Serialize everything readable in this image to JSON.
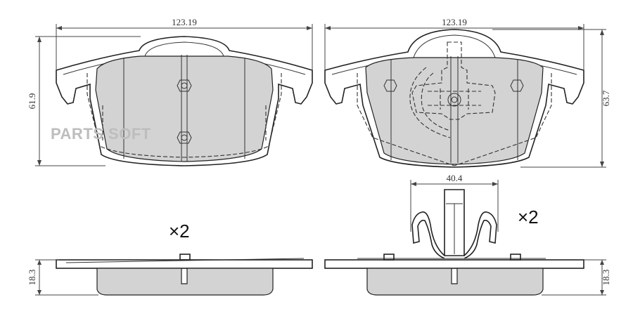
{
  "dimensions": {
    "width_left": "123.19",
    "width_right": "123.19",
    "height_left": "61.9",
    "height_right": "63.7",
    "clip_width": "40.4",
    "thickness_left": "18.3",
    "thickness_right": "18.3"
  },
  "quantity": {
    "left": "×2",
    "right": "×2"
  },
  "watermark": "PARTS SOFT",
  "colors": {
    "friction_fill": "#d3d3d3",
    "line": "#222222",
    "watermark": "#bdbdbd"
  }
}
